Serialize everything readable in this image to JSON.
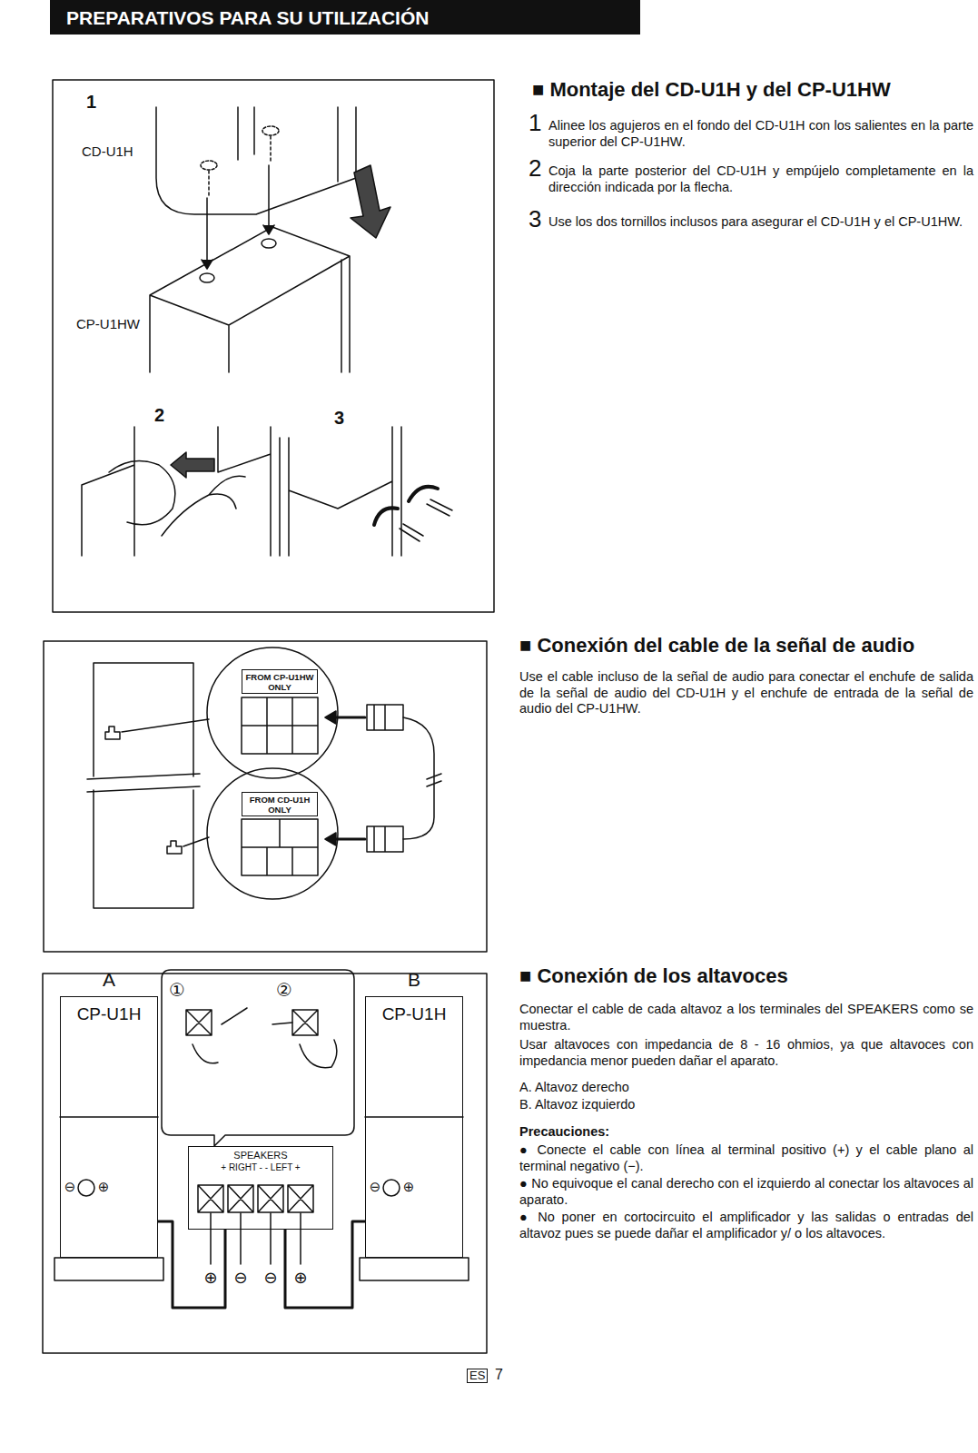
{
  "diagram": {
    "title": "PREPARATIVOS PARA SU UTILIZACIÓN",
    "nodes": [
      {
        "text": [
          "A",
          "CP-U1H"
        ]
      },
      {
        "text": [
          "B",
          "CP-U1H"
        ]
      },
      {
        "text": [
          "SPEAKERS",
          "+ RIGHT - - LEFT +"
        ]
      },
      {
        "text": [
          "FROM CP-U1HW ONLY"
        ]
      },
      {
        "text": [
          "FROM CD-U1H ONLY"
        ]
      }
    ],
    "edges": [
      {
        "from": 0,
        "to": 2,
        "arrow": "none"
      },
      {
        "from": 1,
        "to": 2,
        "arrow": "none"
      }
    ],
    "labels": [
      "1",
      "CD-U1H",
      "CP-U1HW",
      "2",
      "3",
      "■ Montaje del CD-U1H y del CP-U1HW",
      "1",
      "Alinee los agujeros en el fondo del CD-U1H con los salientes en la parte superior del CP-U1HW.",
      "2",
      "Coja la parte posterior del CD-U1H y empújelo completamente en la dirección indicada por la flecha.",
      "3",
      "Use los dos tornillos inclusos para asegurar el CD-U1H y el CP-U1HW.",
      "■ Conexión del cable de la señal de audio",
      "Use el cable incluso de la señal de audio para conectar el enchufe de salida de la señal de audio del CD-U1H y el enchufe de entrada de la señal de audio del CP-U1HW.",
      "①",
      "②",
      "⊕",
      "⊖",
      "⊖",
      "⊕",
      "⊖",
      "⊕",
      "⊖",
      "⊕",
      "■ Conexión de los altavoces",
      "Conectar el cable de cada altavoz a los terminales del SPEAKERS como se muestra.",
      "Usar altavoces con impedancia de 8 - 16 ohmios, ya que altavoces con impedancia menor pueden dañar el aparato.",
      "A. Altavoz derecho",
      "B. Altavoz izquierdo",
      "Precauciones:",
      "● Conecte el cable con línea al terminal positivo (+) y el cable plano al terminal negativo (−).",
      "● No equivoque el canal derecho con el izquierdo al conectar los altavoces al aparato.",
      "● No poner en cortocircuito el amplificador y las salidas o entradas del altavoz pues se puede dañar el amplificador y/ o los altavoces.",
      "ES",
      "7"
    ]
  }
}
